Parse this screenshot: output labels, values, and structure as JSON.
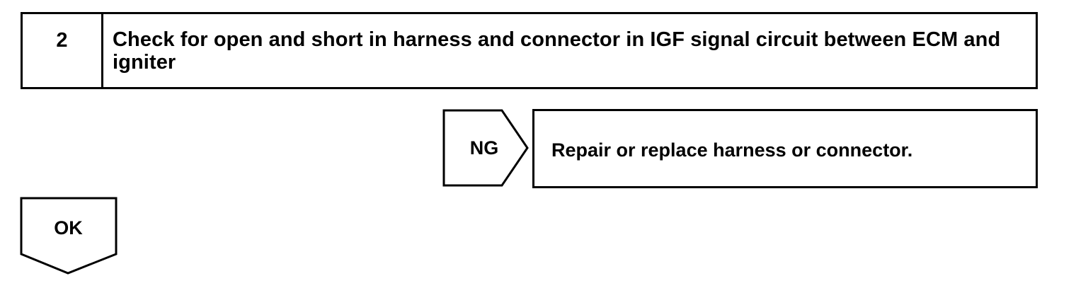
{
  "step": {
    "number": "2",
    "title": "Check for open and short in harness and connector in IGF signal circuit between ECM and igniter"
  },
  "ng_branch": {
    "label": "NG",
    "action": "Repair or replace harness or connector."
  },
  "ok_branch": {
    "label": "OK"
  }
}
